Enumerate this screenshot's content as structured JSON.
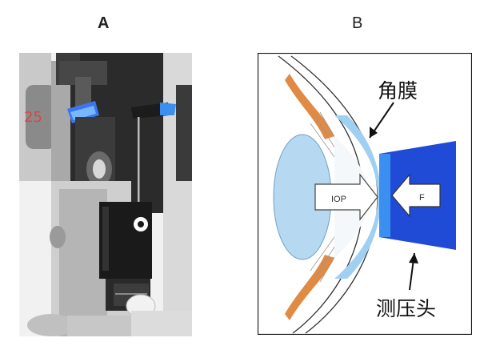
{
  "panels": {
    "a": {
      "letter": "A"
    },
    "b": {
      "letter": "B",
      "labels": {
        "cornea": "角膜",
        "probe": "测压头"
      },
      "arrows": {
        "iop": "IOP",
        "force": "F"
      }
    }
  },
  "colors": {
    "lens": "#b6d8f0",
    "cornea": "#9fd0f2",
    "iris": "#e08a44",
    "probe": "#1f4bd6",
    "probe_tip": "#3a8ff0",
    "outline": "#111111"
  }
}
